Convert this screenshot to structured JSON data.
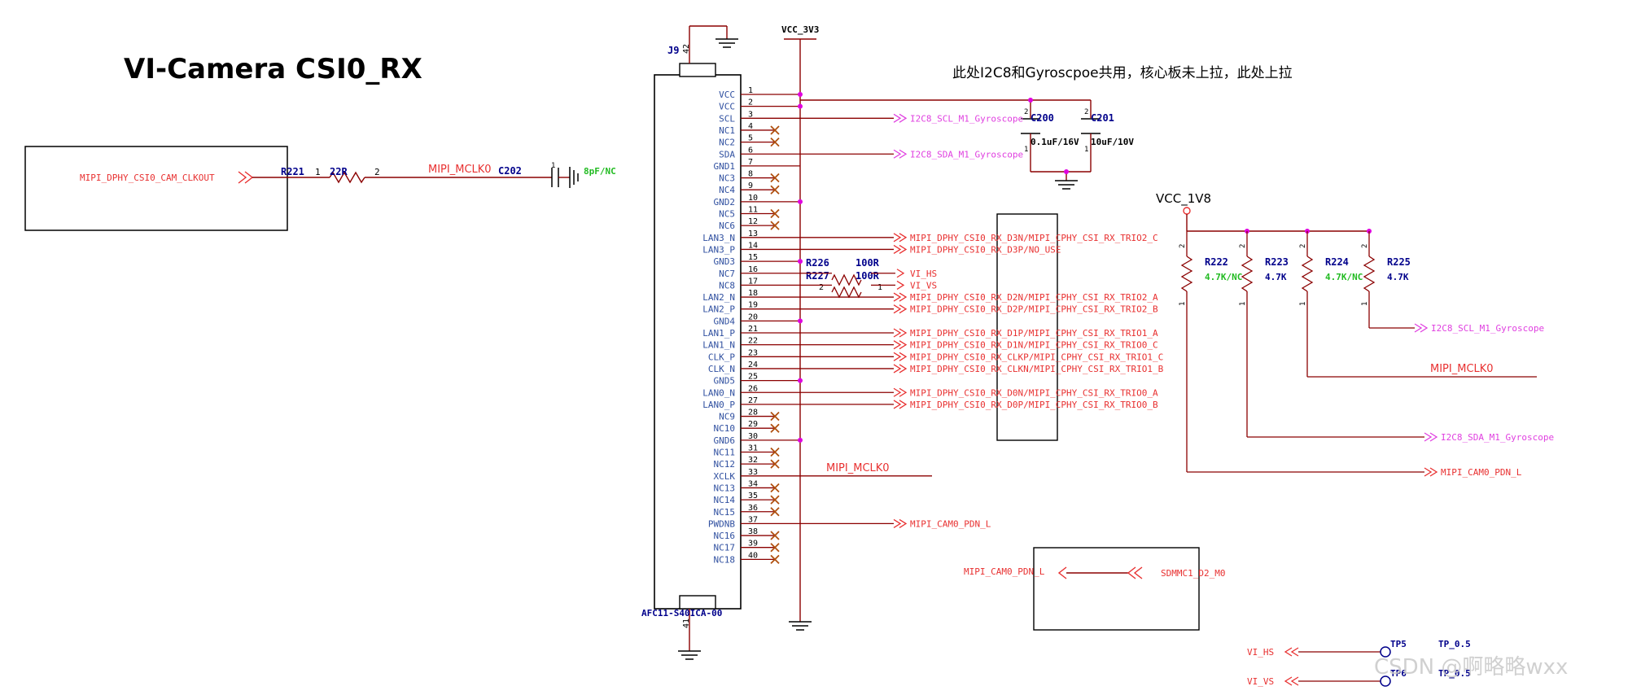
{
  "title": "VI-Camera CSI0_RX",
  "note": "此处I2C8和Gyroscpoe共用，核心板未上拉，此处上拉",
  "watermark": "CSDN @啊略略wxx",
  "colors": {
    "wire": "#8b0000",
    "net_red": "#e83030",
    "net_magenta": "#e040e0",
    "junction": "#e000e0",
    "pin_name": "#3050a0",
    "ref": "#00008b",
    "nc": "#b05010",
    "green": "#22bb22"
  },
  "left_block": {
    "net": "MIPI_DPHY_CSI0_CAM_CLKOUT",
    "res_ref": "R221",
    "res_val": "22R",
    "pin1": "1",
    "pin2": "2",
    "mclk_label": "MIPI_MCLK0",
    "cap_ref": "C202",
    "cap_val": "8pF/NC",
    "cap_pin": "1"
  },
  "connector": {
    "ref": "J9",
    "part": "AFC11-S40ICA-00",
    "top_pin": "42",
    "bottom_pin": "41",
    "pins": [
      {
        "num": "1",
        "name": "VCC",
        "type": "vcc"
      },
      {
        "num": "2",
        "name": "VCC",
        "type": "vcc"
      },
      {
        "num": "3",
        "name": "SCL",
        "type": "net",
        "net": "I2C8_SCL_M1_Gyroscope"
      },
      {
        "num": "4",
        "name": "NC1",
        "type": "nc"
      },
      {
        "num": "5",
        "name": "NC2",
        "type": "nc"
      },
      {
        "num": "6",
        "name": "SDA",
        "type": "net",
        "net": "I2C8_SDA_M1_Gyroscope"
      },
      {
        "num": "7",
        "name": "GND1",
        "type": "gnd"
      },
      {
        "num": "8",
        "name": "NC3",
        "type": "nc"
      },
      {
        "num": "9",
        "name": "NC4",
        "type": "nc"
      },
      {
        "num": "10",
        "name": "GND2",
        "type": "gnd"
      },
      {
        "num": "11",
        "name": "NC5",
        "type": "nc"
      },
      {
        "num": "12",
        "name": "NC6",
        "type": "nc"
      },
      {
        "num": "13",
        "name": "LAN3_N",
        "type": "net",
        "net": "MIPI_DPHY_CSI0_RX_D3N/MIPI_CPHY_CSI_RX_TRIO2_C"
      },
      {
        "num": "14",
        "name": "LAN3_P",
        "type": "net",
        "net": "MIPI_DPHY_CSI0_RX_D3P/NO_USE"
      },
      {
        "num": "15",
        "name": "GND3",
        "type": "gnd"
      },
      {
        "num": "16",
        "name": "NC7",
        "type": "res"
      },
      {
        "num": "17",
        "name": "NC8",
        "type": "res"
      },
      {
        "num": "18",
        "name": "LAN2_N",
        "type": "net",
        "net": "MIPI_DPHY_CSI0_RX_D2N/MIPI_CPHY_CSI_RX_TRIO2_A"
      },
      {
        "num": "19",
        "name": "LAN2_P",
        "type": "net",
        "net": "MIPI_DPHY_CSI0_RX_D2P/MIPI_CPHY_CSI_RX_TRIO2_B"
      },
      {
        "num": "20",
        "name": "GND4",
        "type": "gnd"
      },
      {
        "num": "21",
        "name": "LAN1_P",
        "type": "net",
        "net": "MIPI_DPHY_CSI0_RX_D1P/MIPI_CPHY_CSI_RX_TRIO1_A"
      },
      {
        "num": "22",
        "name": "LAN1_N",
        "type": "net",
        "net": "MIPI_DPHY_CSI0_RX_D1N/MIPI_CPHY_CSI_RX_TRIO0_C"
      },
      {
        "num": "23",
        "name": "CLK_P",
        "type": "net",
        "net": "MIPI_DPHY_CSI0_RX_CLKP/MIPI_CPHY_CSI_RX_TRIO1_C"
      },
      {
        "num": "24",
        "name": "CLK_N",
        "type": "net",
        "net": "MIPI_DPHY_CSI0_RX_CLKN/MIPI_CPHY_CSI_RX_TRIO1_B"
      },
      {
        "num": "25",
        "name": "GND5",
        "type": "gnd"
      },
      {
        "num": "26",
        "name": "LAN0_N",
        "type": "net",
        "net": "MIPI_DPHY_CSI0_RX_D0N/MIPI_CPHY_CSI_RX_TRIO0_A"
      },
      {
        "num": "27",
        "name": "LAN0_P",
        "type": "net",
        "net": "MIPI_DPHY_CSI0_RX_D0P/MIPI_CPHY_CSI_RX_TRIO0_B"
      },
      {
        "num": "28",
        "name": "NC9",
        "type": "nc"
      },
      {
        "num": "29",
        "name": "NC10",
        "type": "nc"
      },
      {
        "num": "30",
        "name": "GND6",
        "type": "gnd"
      },
      {
        "num": "31",
        "name": "NC11",
        "type": "nc"
      },
      {
        "num": "32",
        "name": "NC12",
        "type": "nc"
      },
      {
        "num": "33",
        "name": "XCLK",
        "type": "xclk"
      },
      {
        "num": "34",
        "name": "NC13",
        "type": "nc"
      },
      {
        "num": "35",
        "name": "NC14",
        "type": "nc"
      },
      {
        "num": "36",
        "name": "NC15",
        "type": "nc"
      },
      {
        "num": "37",
        "name": "PWDNB",
        "type": "net",
        "net": "MIPI_CAM0_PDN_L"
      },
      {
        "num": "38",
        "name": "NC16",
        "type": "nc"
      },
      {
        "num": "39",
        "name": "NC17",
        "type": "nc"
      },
      {
        "num": "40",
        "name": "NC18",
        "type": "nc"
      }
    ]
  },
  "xclk_label": "MIPI_MCLK0",
  "vcc3v3": "VCC_3V3",
  "caps": [
    {
      "ref": "C200",
      "val": "0.1uF/16V",
      "pin_a": "2",
      "pin_b": "1"
    },
    {
      "ref": "C201",
      "val": "10uF/10V",
      "pin_a": "2",
      "pin_b": "1"
    }
  ],
  "vs_res": [
    {
      "ref": "R226",
      "val": "100R",
      "net": "VI_HS"
    },
    {
      "ref": "R227",
      "val": "100R",
      "net": "VI_VS",
      "pin_a": "2",
      "pin_b": "1"
    }
  ],
  "vcc1v8": "VCC_1V8",
  "pullups": [
    {
      "ref": "R222",
      "val": "4.7K/NC",
      "pin_a": "2",
      "pin_b": "1",
      "green": true,
      "net": "MIPI_CAM0_PDN_L"
    },
    {
      "ref": "R223",
      "val": "4.7K",
      "pin_a": "2",
      "pin_b": "1",
      "green": false,
      "net": "I2C8_SDA_M1_Gyroscope"
    },
    {
      "ref": "R224",
      "val": "4.7K/NC",
      "pin_a": "2",
      "pin_b": "1",
      "green": true,
      "net": "MIPI_MCLK0"
    },
    {
      "ref": "R225",
      "val": "4.7K",
      "pin_a": "2",
      "pin_b": "1",
      "green": false,
      "net": "I2C8_SCL_M1_Gyroscope"
    }
  ],
  "pdn_box": {
    "left": "MIPI_CAM0_PDN_L",
    "right": "SDMMC1_D2_M0"
  },
  "test_points": [
    {
      "net": "VI_HS",
      "ref": "TP5",
      "val": "TP_0.5"
    },
    {
      "net": "VI_VS",
      "ref": "TP6",
      "val": "TP_0.5"
    }
  ]
}
